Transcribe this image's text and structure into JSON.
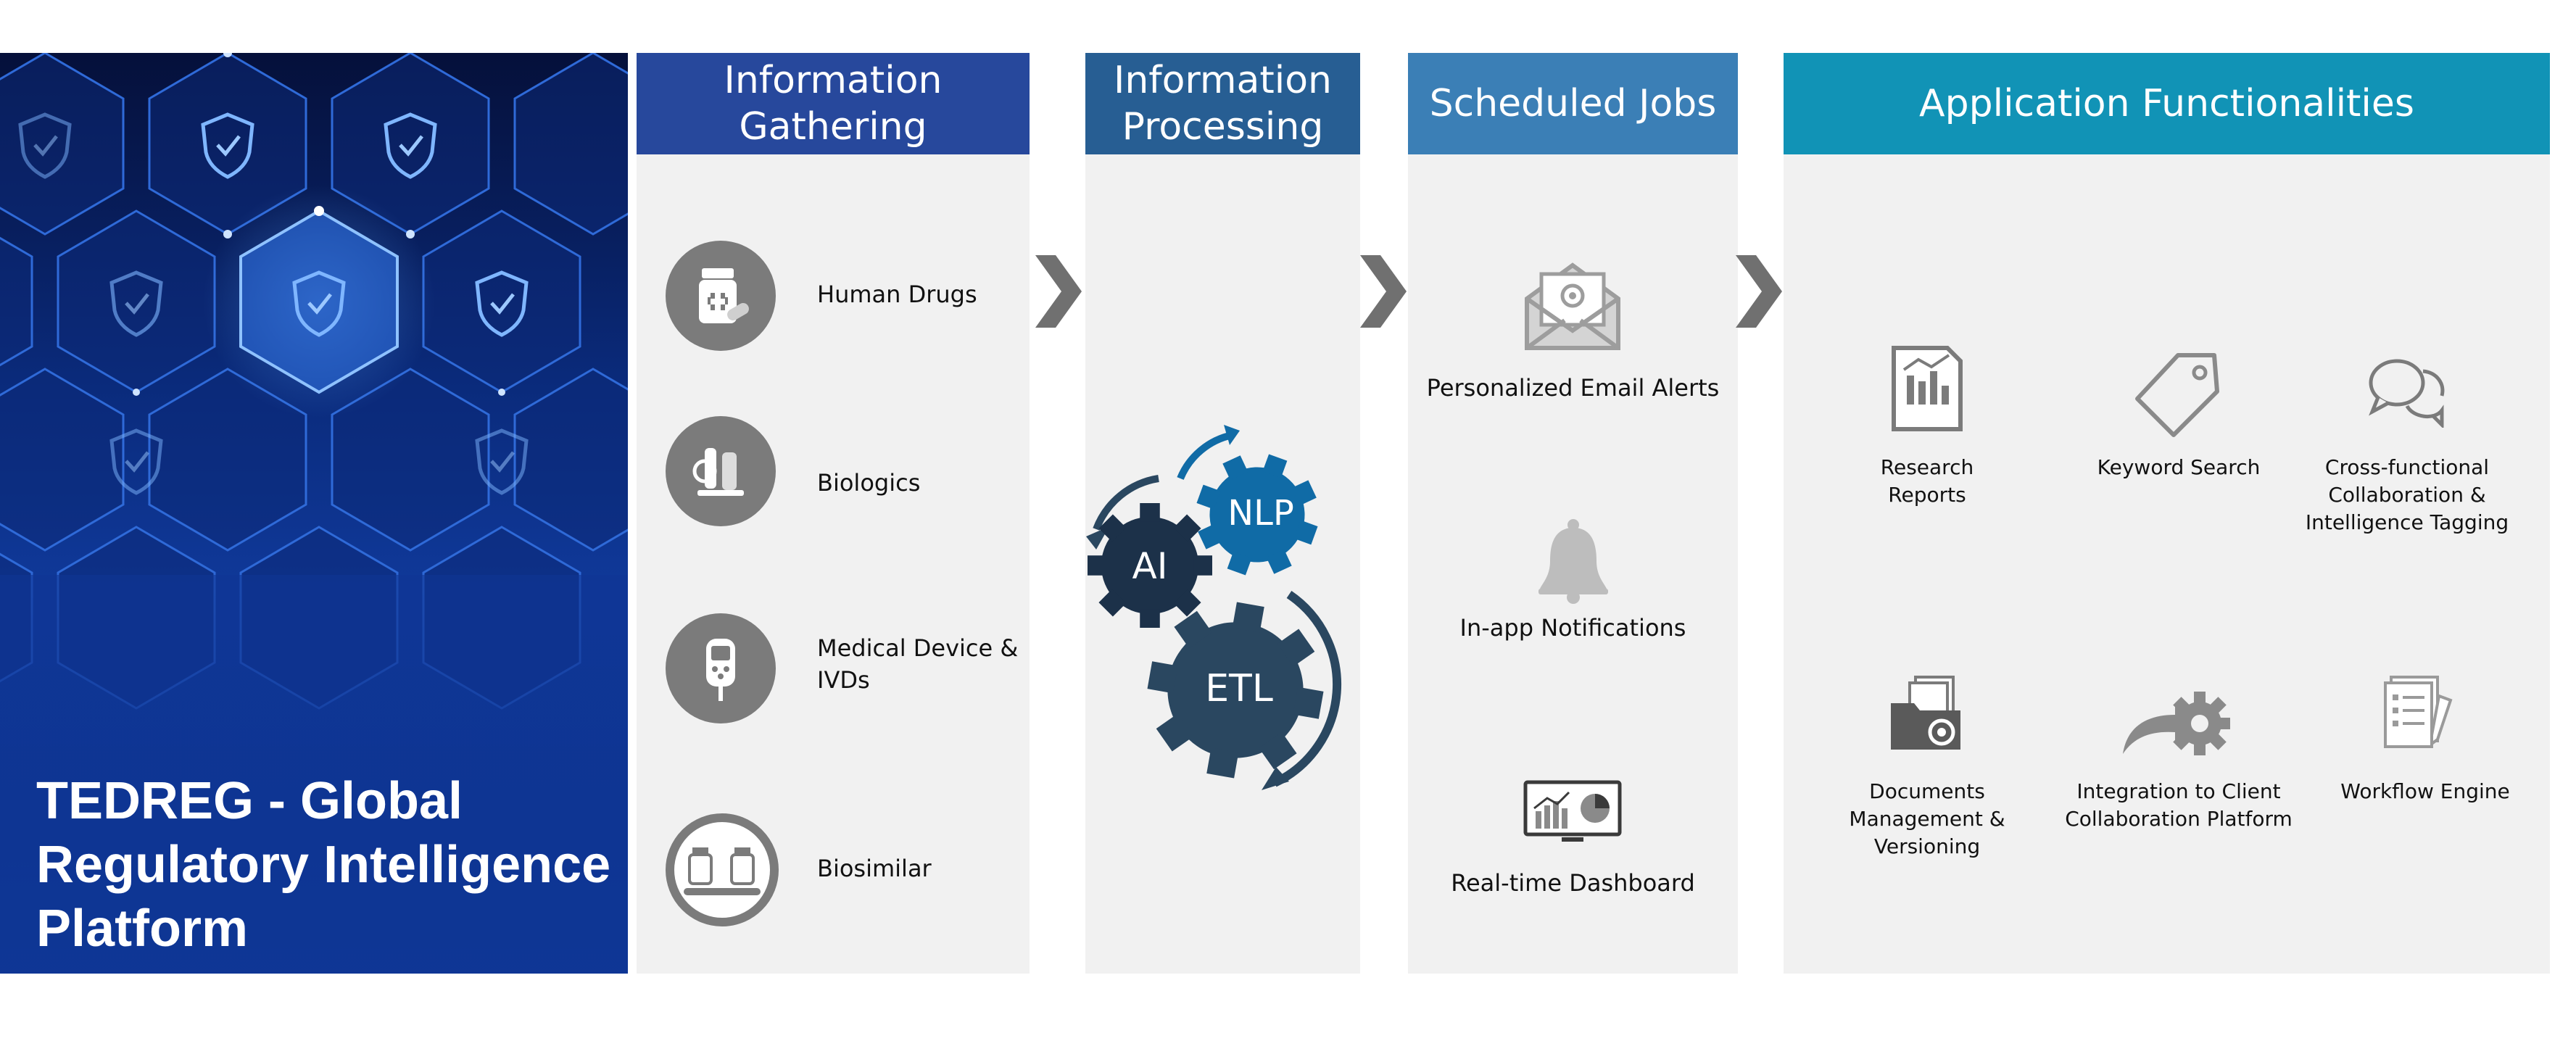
{
  "hero": {
    "title": "TEDREG - Global Regulatory Intelligence Platform"
  },
  "columns": {
    "gathering": {
      "header": "Information Gathering",
      "items": [
        {
          "label": "Human Drugs",
          "icon": "pill-bottle-icon"
        },
        {
          "label": "Biologics",
          "icon": "lab-vials-icon"
        },
        {
          "label": "Medical Device & IVDs",
          "icon": "glucose-meter-icon"
        },
        {
          "label": "Biosimilar",
          "icon": "biosimilar-vials-icon"
        }
      ]
    },
    "processing": {
      "header": "Information Processing",
      "gears": {
        "ai": "AI",
        "nlp": "NLP",
        "etl": "ETL"
      }
    },
    "jobs": {
      "header": "Scheduled Jobs",
      "items": [
        {
          "label": "Personalized Email Alerts",
          "icon": "email-icon"
        },
        {
          "label": "In-app Notifications",
          "icon": "bell-icon"
        },
        {
          "label": "Real-time Dashboard",
          "icon": "dashboard-icon"
        }
      ]
    },
    "functionalities": {
      "header": "Application Functionalities",
      "items": [
        {
          "label": "Research Reports",
          "icon": "report-icon"
        },
        {
          "label": "Keyword Search",
          "icon": "tag-icon"
        },
        {
          "label": "Cross-functional Collaboration & Intelligence Tagging",
          "icon": "chat-icon"
        },
        {
          "label": "Documents Management & Versioning",
          "icon": "folder-gear-icon"
        },
        {
          "label": "Integration to Client Collaboration Platform",
          "icon": "integration-gear-icon"
        },
        {
          "label": "Workflow Engine",
          "icon": "checklist-icon"
        }
      ]
    }
  },
  "colors": {
    "gathering_header": "#27489c",
    "processing_header": "#275e93",
    "jobs_header": "#3b7fb6",
    "functionalities_header": "#1193b6",
    "panel_bg": "#f1f1f1",
    "chevron": "#707070",
    "icon_grey": "#7b7b7b",
    "gear_dark": "#2a4760",
    "gear_ai": "#1c3149",
    "gear_nlp": "#106ba6"
  }
}
